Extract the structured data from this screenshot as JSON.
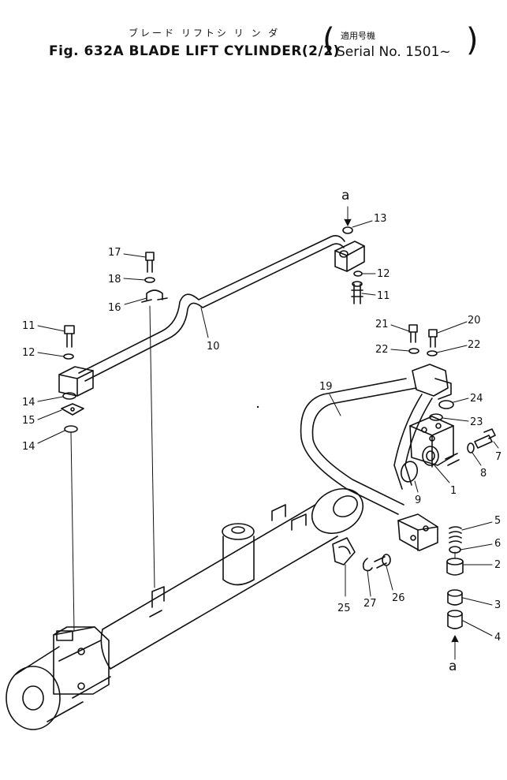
{
  "header": {
    "title_jp": "ブレード リフトシ リ ン ダ",
    "title_en": "Fig. 632A BLADE LIFT CYLINDER(2/2)",
    "serial_jp": "適用号機",
    "serial_en": "Serial No. 1501~",
    "paren_open": "(",
    "paren_close": ")"
  },
  "callouts": [
    {
      "id": "a_top",
      "text": "a"
    },
    {
      "id": "a_bottom",
      "text": "a"
    },
    {
      "id": "n1",
      "text": "1"
    },
    {
      "id": "n2",
      "text": "2"
    },
    {
      "id": "n3",
      "text": "3"
    },
    {
      "id": "n4",
      "text": "4"
    },
    {
      "id": "n5",
      "text": "5"
    },
    {
      "id": "n6",
      "text": "6"
    },
    {
      "id": "n7",
      "text": "7"
    },
    {
      "id": "n8",
      "text": "8"
    },
    {
      "id": "n9",
      "text": "9"
    },
    {
      "id": "n10",
      "text": "10"
    },
    {
      "id": "n11a",
      "text": "11"
    },
    {
      "id": "n11b",
      "text": "11"
    },
    {
      "id": "n12a",
      "text": "12"
    },
    {
      "id": "n12b",
      "text": "12"
    },
    {
      "id": "n13",
      "text": "13"
    },
    {
      "id": "n14a",
      "text": "14"
    },
    {
      "id": "n14b",
      "text": "14"
    },
    {
      "id": "n15",
      "text": "15"
    },
    {
      "id": "n16",
      "text": "16"
    },
    {
      "id": "n17",
      "text": "17"
    },
    {
      "id": "n18",
      "text": "18"
    },
    {
      "id": "n19",
      "text": "19"
    },
    {
      "id": "n20",
      "text": "20"
    },
    {
      "id": "n21",
      "text": "21"
    },
    {
      "id": "n22a",
      "text": "22"
    },
    {
      "id": "n22b",
      "text": "22"
    },
    {
      "id": "n23",
      "text": "23"
    },
    {
      "id": "n24",
      "text": "24"
    },
    {
      "id": "n25",
      "text": "25"
    },
    {
      "id": "n26",
      "text": "26"
    },
    {
      "id": "n27",
      "text": "27"
    }
  ]
}
